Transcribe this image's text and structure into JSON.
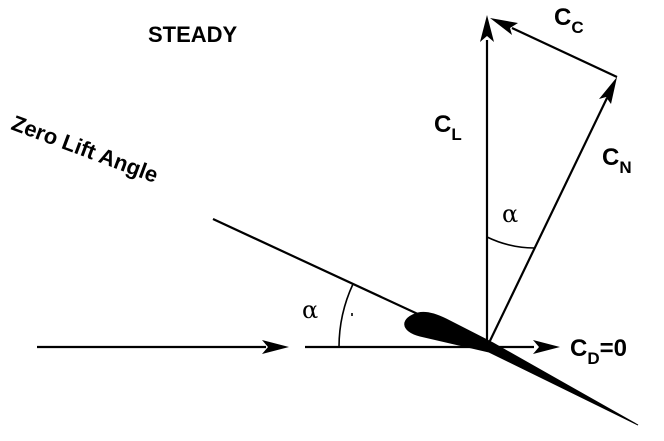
{
  "title": "STEADY",
  "zero_lift_label": "Zero Lift Angle",
  "alpha_symbol": "α",
  "vectors": {
    "lift": {
      "main": "C",
      "sub": "L"
    },
    "normal": {
      "main": "C",
      "sub": "N"
    },
    "chord": {
      "main": "C",
      "sub": "C"
    },
    "drag": {
      "main": "C",
      "sub": "D",
      "suffix": "=0"
    }
  },
  "colors": {
    "ink": "#000000",
    "background": "#ffffff"
  }
}
